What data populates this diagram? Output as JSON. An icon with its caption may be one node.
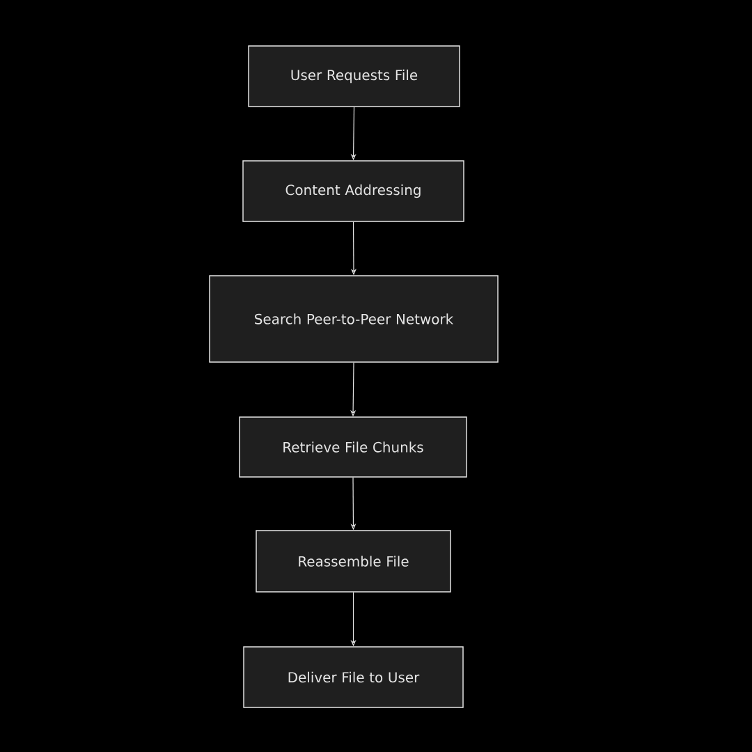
{
  "diagram": {
    "nodes": [
      {
        "text": [
          "User Requests File"
        ]
      },
      {
        "text": [
          "Content Addressing"
        ]
      },
      {
        "text": [
          "Search Peer-to-Peer Network"
        ]
      },
      {
        "text": [
          "Retrieve File Chunks"
        ]
      },
      {
        "text": [
          "Reassemble File"
        ]
      },
      {
        "text": [
          "Deliver File to User"
        ]
      }
    ],
    "edges": [
      {
        "from": 0,
        "to": 1,
        "arrow": "to"
      },
      {
        "from": 1,
        "to": 2,
        "arrow": "to"
      },
      {
        "from": 2,
        "to": 3,
        "arrow": "to"
      },
      {
        "from": 3,
        "to": 4,
        "arrow": "to"
      },
      {
        "from": 4,
        "to": 5,
        "arrow": "to"
      }
    ]
  }
}
